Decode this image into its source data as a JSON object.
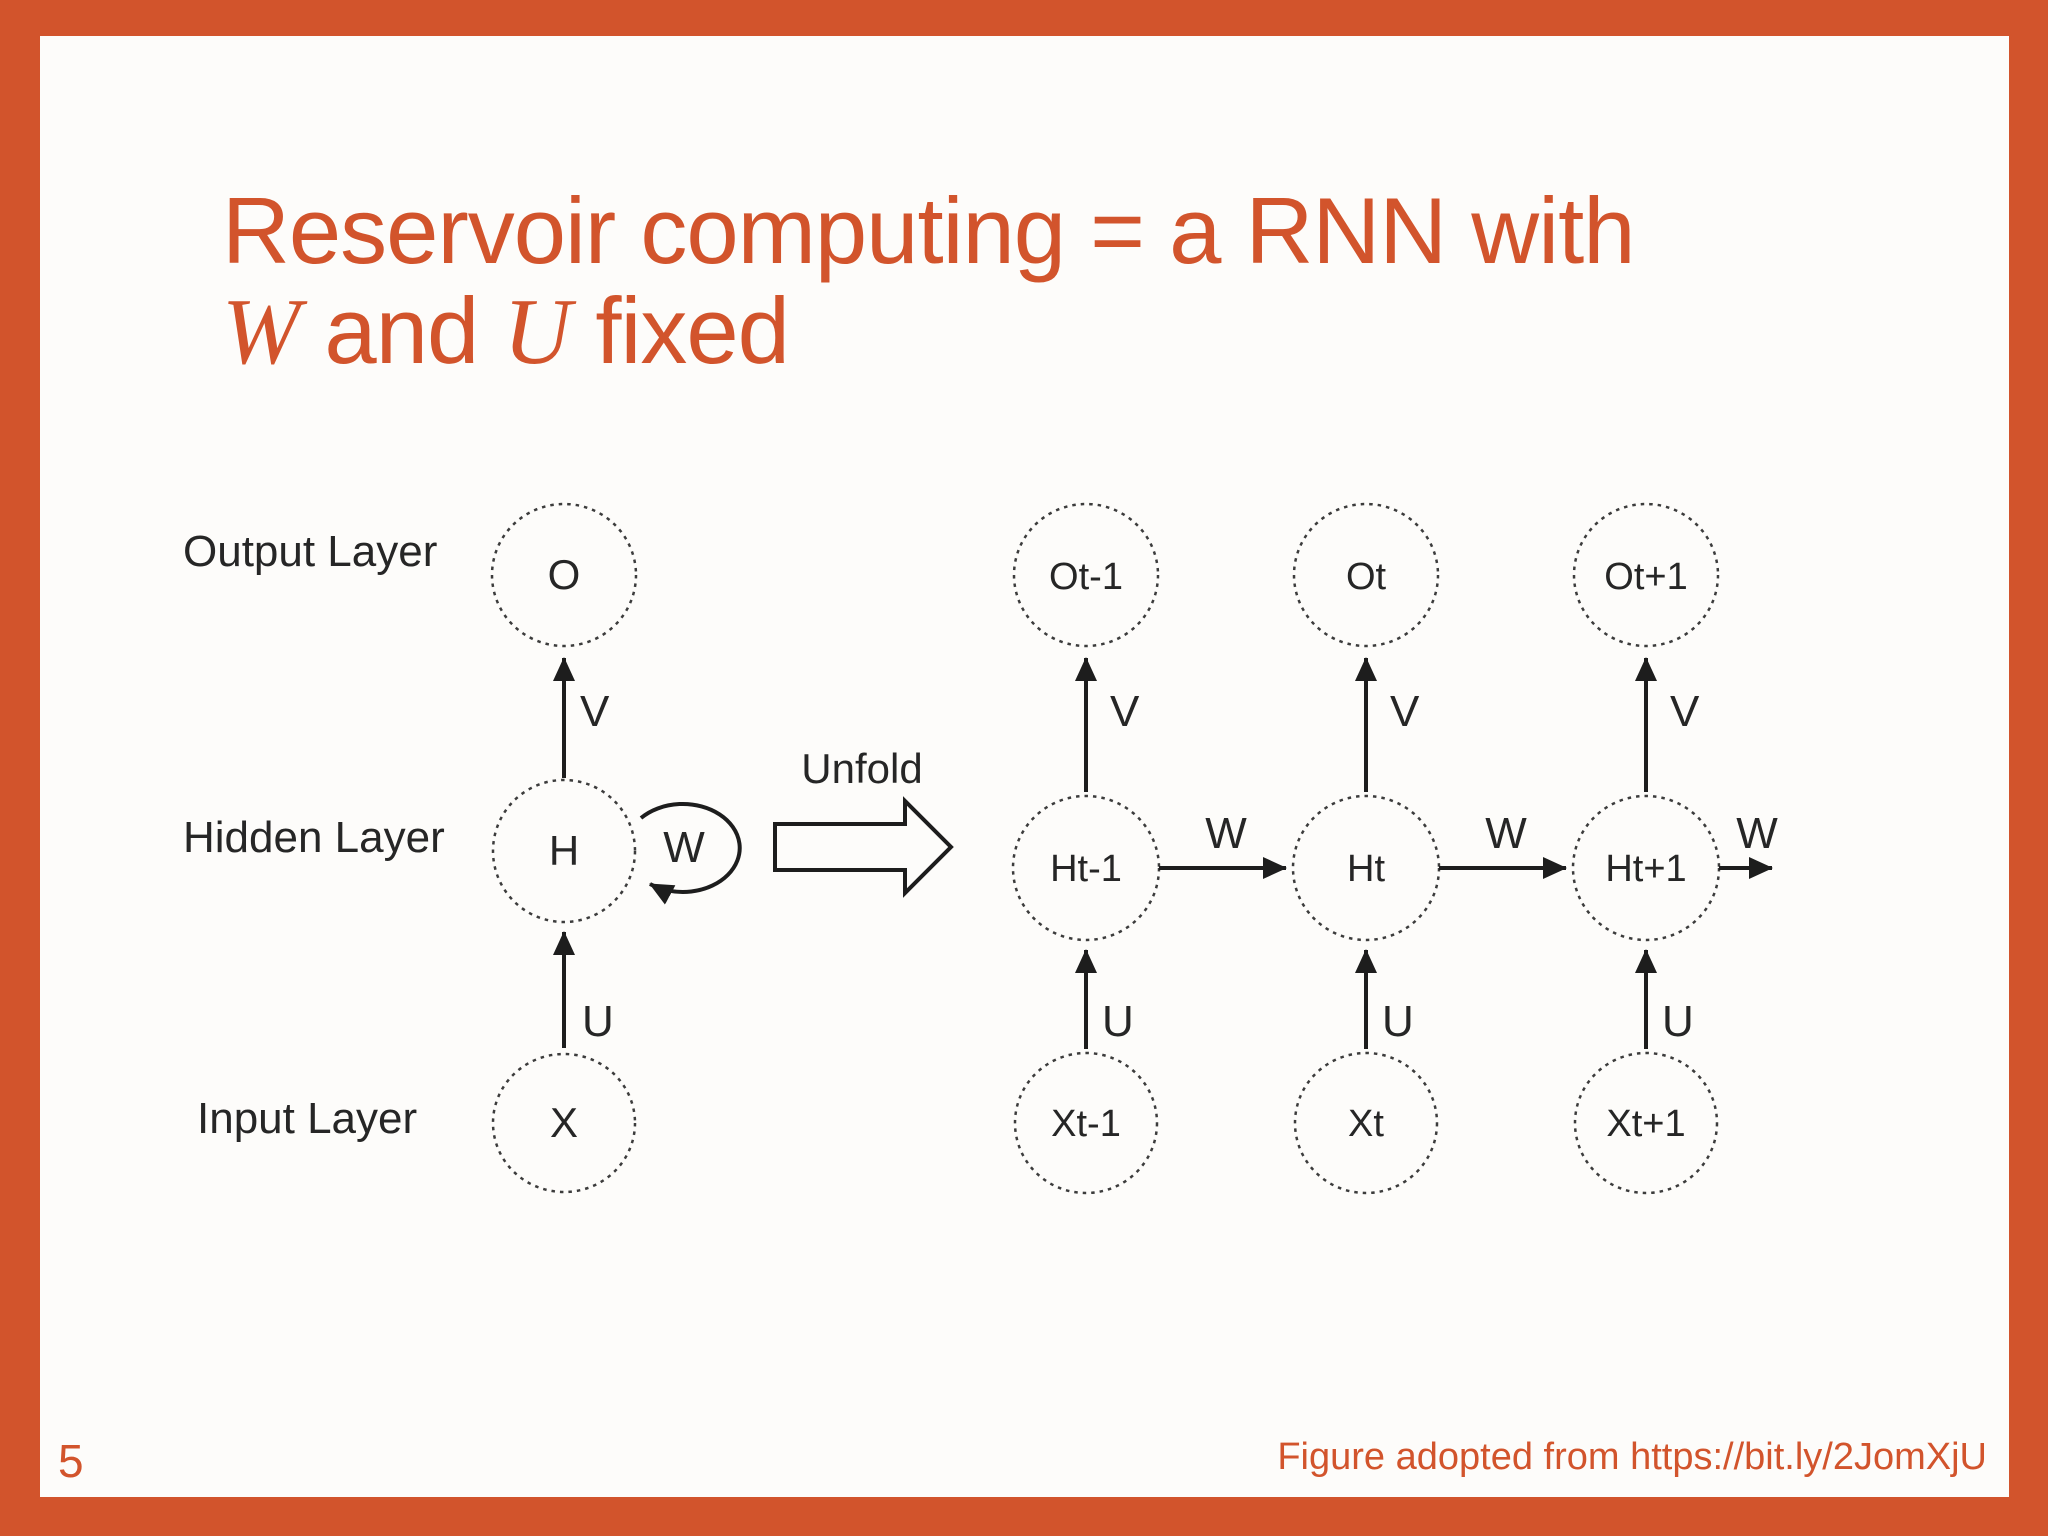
{
  "slide": {
    "title": {
      "line1": "Reservoir computing = a RNN with",
      "w": "W",
      "and": " and ",
      "u": "U",
      "fixed": " fixed"
    },
    "page_number": "5",
    "credit": "Figure adopted from https://bit.ly/2JomXjU"
  },
  "colors": {
    "accent_orange": "#d2542c",
    "paper": "#fdfcfa",
    "diagram_ink": "#1d1d1d"
  },
  "diagram": {
    "layers": [
      {
        "label": "Output Layer"
      },
      {
        "label": "Hidden Layer"
      },
      {
        "label": "Input Layer"
      }
    ],
    "unfold": "Unfold",
    "folded": {
      "output": "O",
      "hidden": "H",
      "input": "X",
      "v": "V",
      "u": "U",
      "w": "W"
    },
    "unfolded": [
      {
        "output": "Ot-1",
        "hidden": "Ht-1",
        "input": "Xt-1",
        "v": "V",
        "u": "U",
        "w": "W"
      },
      {
        "output": "Ot",
        "hidden": "Ht",
        "input": "Xt",
        "v": "V",
        "u": "U",
        "w": "W"
      },
      {
        "output": "Ot+1",
        "hidden": "Ht+1",
        "input": "Xt+1",
        "v": "V",
        "u": "U",
        "w": "W"
      }
    ]
  }
}
